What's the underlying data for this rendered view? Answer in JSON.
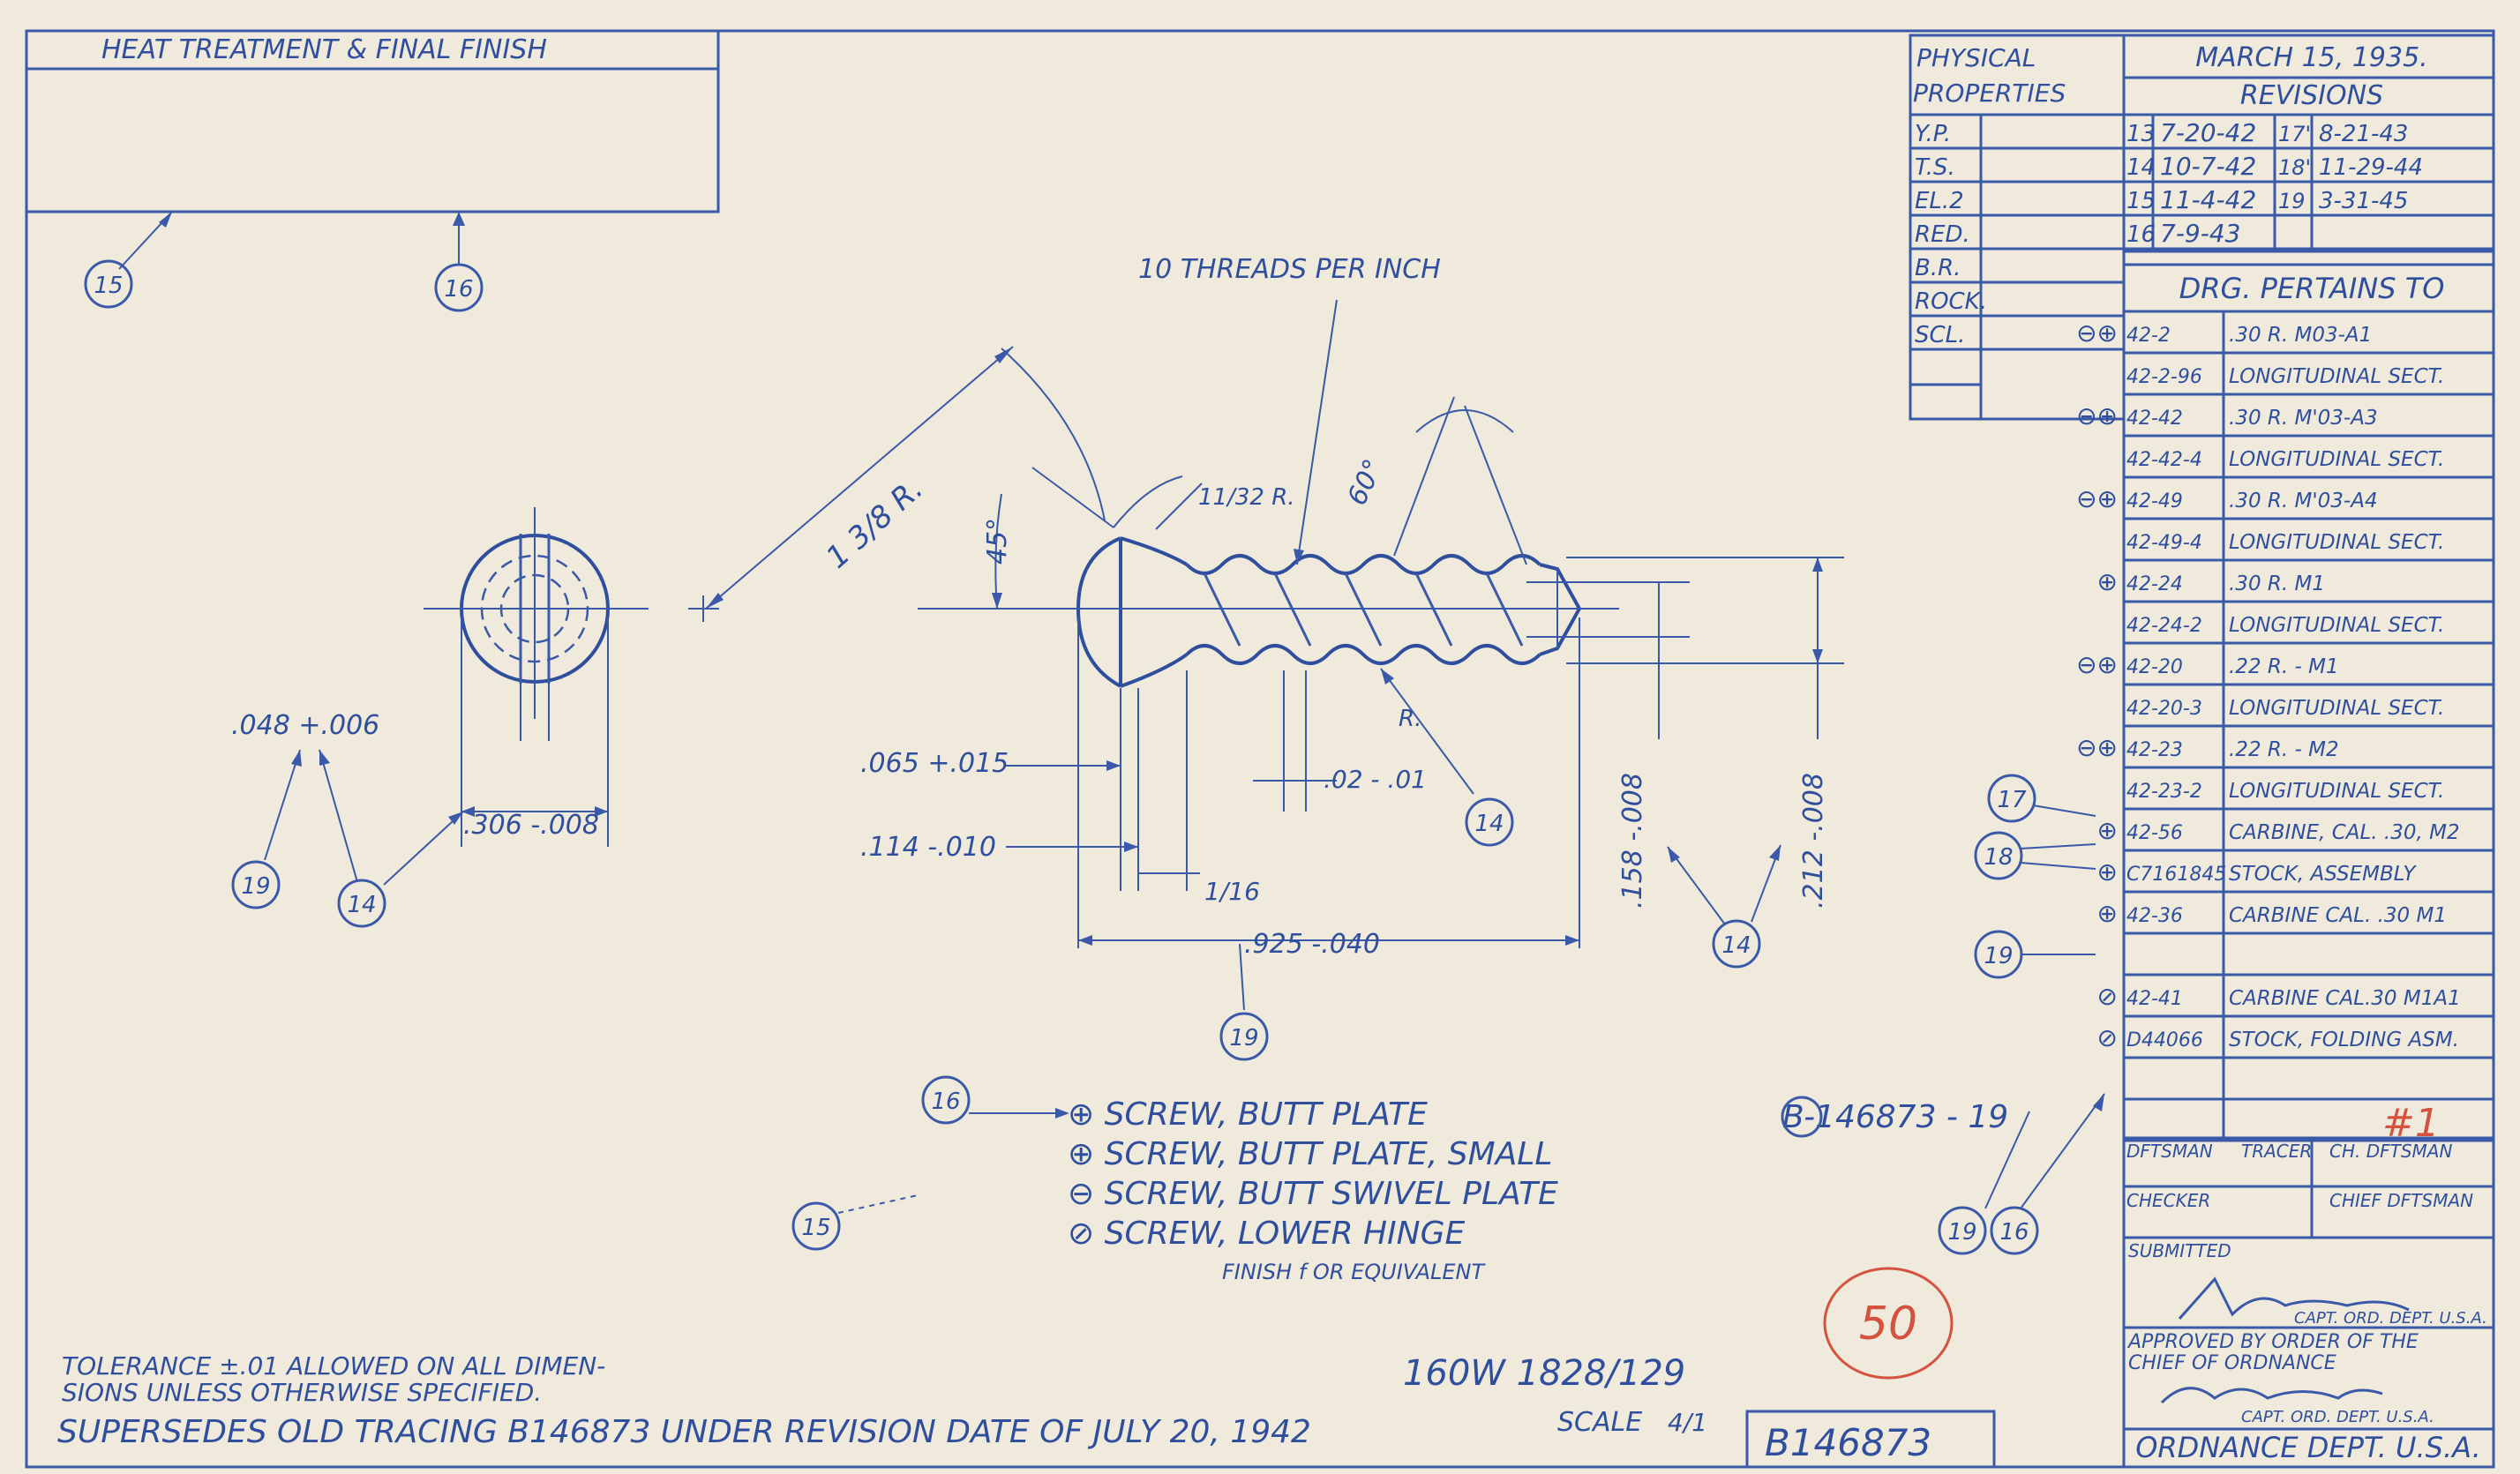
{
  "finish_box": {
    "title": "HEAT TREATMENT & FINAL FINISH"
  },
  "phys": {
    "title_1": "PHYSICAL",
    "title_2": "PROPERTIES",
    "rows": [
      "Y.P.",
      "T.S.",
      "EL.2",
      "RED.",
      "B.R.",
      "ROCK.",
      "SCL."
    ]
  },
  "revisions": {
    "date": "MARCH 15, 1935.",
    "title": "REVISIONS",
    "rows": [
      {
        "n1": "13",
        "d1": "7-20-42",
        "n2": "17'",
        "d2": "8-21-43"
      },
      {
        "n1": "14",
        "d1": "10-7-42",
        "n2": "18'",
        "d2": "11-29-44"
      },
      {
        "n1": "15",
        "d1": "11-4-42",
        "n2": "19",
        "d2": "3-31-45"
      },
      {
        "n1": "16",
        "d1": "7-9-43",
        "n2": "",
        "d2": ""
      }
    ]
  },
  "pertains": {
    "title": "DRG. PERTAINS TO",
    "rows": [
      {
        "sym": "⊖⊕",
        "code": "42-2",
        "desc": ".30 R. M03-A1"
      },
      {
        "sym": "",
        "code": "42-2-96",
        "desc": "LONGITUDINAL SECT."
      },
      {
        "sym": "⊖⊕",
        "code": "42-42",
        "desc": ".30 R. M'03-A3"
      },
      {
        "sym": "",
        "code": "42-42-4",
        "desc": "LONGITUDINAL SECT."
      },
      {
        "sym": "⊖⊕",
        "code": "42-49",
        "desc": ".30 R. M'03-A4"
      },
      {
        "sym": "",
        "code": "42-49-4",
        "desc": "LONGITUDINAL SECT."
      },
      {
        "sym": "⊕",
        "code": "42-24",
        "desc": ".30 R. M1"
      },
      {
        "sym": "",
        "code": "42-24-2",
        "desc": "LONGITUDINAL SECT."
      },
      {
        "sym": "⊖⊕",
        "code": "42-20",
        "desc": ".22 R. - M1"
      },
      {
        "sym": "",
        "code": "42-20-3",
        "desc": "LONGITUDINAL SECT."
      },
      {
        "sym": "⊖⊕",
        "code": "42-23",
        "desc": ".22 R. - M2"
      },
      {
        "sym": "",
        "code": "42-23-2",
        "desc": "LONGITUDINAL SECT."
      },
      {
        "sym": "⊕",
        "code": "42-56",
        "desc": "CARBINE, CAL. .30, M2"
      },
      {
        "sym": "⊕",
        "code": "C7161845",
        "desc": "STOCK, ASSEMBLY"
      },
      {
        "sym": "⊕",
        "code": "42-36",
        "desc": "CARBINE CAL. .30 M1"
      },
      {
        "sym": "",
        "code": "",
        "desc": ""
      },
      {
        "sym": "⊘",
        "code": "42-41",
        "desc": "CARBINE CAL.30 M1A1"
      },
      {
        "sym": "⊘",
        "code": "D44066",
        "desc": "STOCK, FOLDING ASM."
      },
      {
        "sym": "",
        "code": "",
        "desc": ""
      },
      {
        "sym": "",
        "code": "",
        "desc": "#1"
      }
    ]
  },
  "title_block": {
    "draftsman_label": "DFTSMAN",
    "tracer_label": "TRACER",
    "ch_draftsman_label": "CH. DFTSMAN",
    "checker_label": "CHECKER",
    "chief_label": "CHIEF DFTSMAN",
    "submitted_label": "SUBMITTED",
    "capt_1": "CAPT. ORD. DEPT. U.S.A.",
    "approved_1": "APPROVED BY ORDER OF THE",
    "approved_2": "CHIEF OF ORDNANCE",
    "capt_2": "CAPT. ORD. DEPT. U.S.A.",
    "dept": "ORDNANCE DEPT. U.S.A."
  },
  "dims": {
    "threads": "10 THREADS PER INCH",
    "r_big": "1 3/8 R.",
    "r_small": "11/32 R.",
    "angle_45": "45°",
    "angle_60": "60°",
    "r_root": "R.",
    "slot_w": ".048 +.006",
    "head_d": ".306 -.008",
    "head_t": ".065 +.015",
    "head_h": ".114 -.010",
    "sixteenth": "1/16",
    "pitch": ".02 - .01",
    "length": ".925 -.040",
    "minor_d": ".158 -.008",
    "major_d": ".212 -.008"
  },
  "balloons": {
    "b15_top": "15",
    "b16_top": "16",
    "b19_left": "19",
    "b14_left": "14",
    "b14_mid": "14",
    "b19_mid": "19",
    "b14_right": "14",
    "b17": "17",
    "b18": "18",
    "b19_right": "19",
    "b16_notes": "16",
    "b15_notes": "15",
    "b19_tb": "19",
    "b16_tb": "16"
  },
  "notes": {
    "line1": "⊕ SCREW, BUTT PLATE",
    "line2": "⊕ SCREW, BUTT PLATE, SMALL",
    "line3": "⊖ SCREW, BUTT SWIVEL PLATE",
    "line4": "⊘ SCREW, LOWER HINGE",
    "finish": "FINISH f OR EQUIVALENT",
    "dash_number": "B-146873 - 19",
    "tolerance_1": "TOLERANCE ±.01 ALLOWED ON ALL DIMEN-",
    "tolerance_2": "SIONS UNLESS OTHERWISE SPECIFIED.",
    "supersedes": "SUPERSEDES OLD TRACING B146873 UNDER REVISION DATE OF JULY 20, 1942",
    "ref_number": "160W 1828/129",
    "scale_label": "SCALE",
    "scale_value": "4/1",
    "drawing_number": "B146873",
    "red_mark": "50"
  },
  "colors": {
    "paper": "#efeadb",
    "ink": "#3a59a8",
    "red": "#d4523e"
  }
}
